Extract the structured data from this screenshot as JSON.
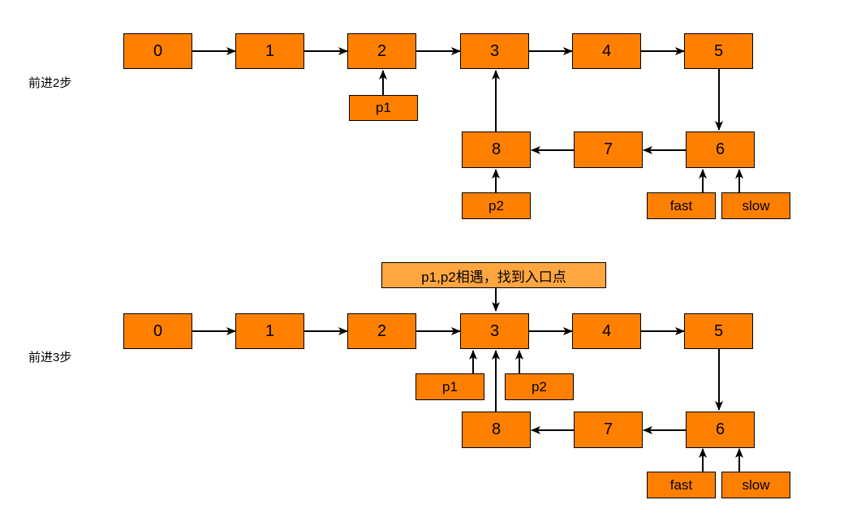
{
  "colors": {
    "box_fill": "#FF8000",
    "note_fill": "#FFA640",
    "line": "#000000"
  },
  "top": {
    "label": "前进2步",
    "nodes": [
      "0",
      "1",
      "2",
      "3",
      "4",
      "5",
      "6",
      "7",
      "8"
    ],
    "pointers": {
      "p1": "p1",
      "p2": "p2",
      "fast": "fast",
      "slow": "slow"
    }
  },
  "bottom": {
    "label": "前进3步",
    "note": "p1,p2相遇，找到入口点",
    "nodes": [
      "0",
      "1",
      "2",
      "3",
      "4",
      "5",
      "6",
      "7",
      "8"
    ],
    "pointers": {
      "p1": "p1",
      "p2": "p2",
      "fast": "fast",
      "slow": "slow"
    }
  }
}
